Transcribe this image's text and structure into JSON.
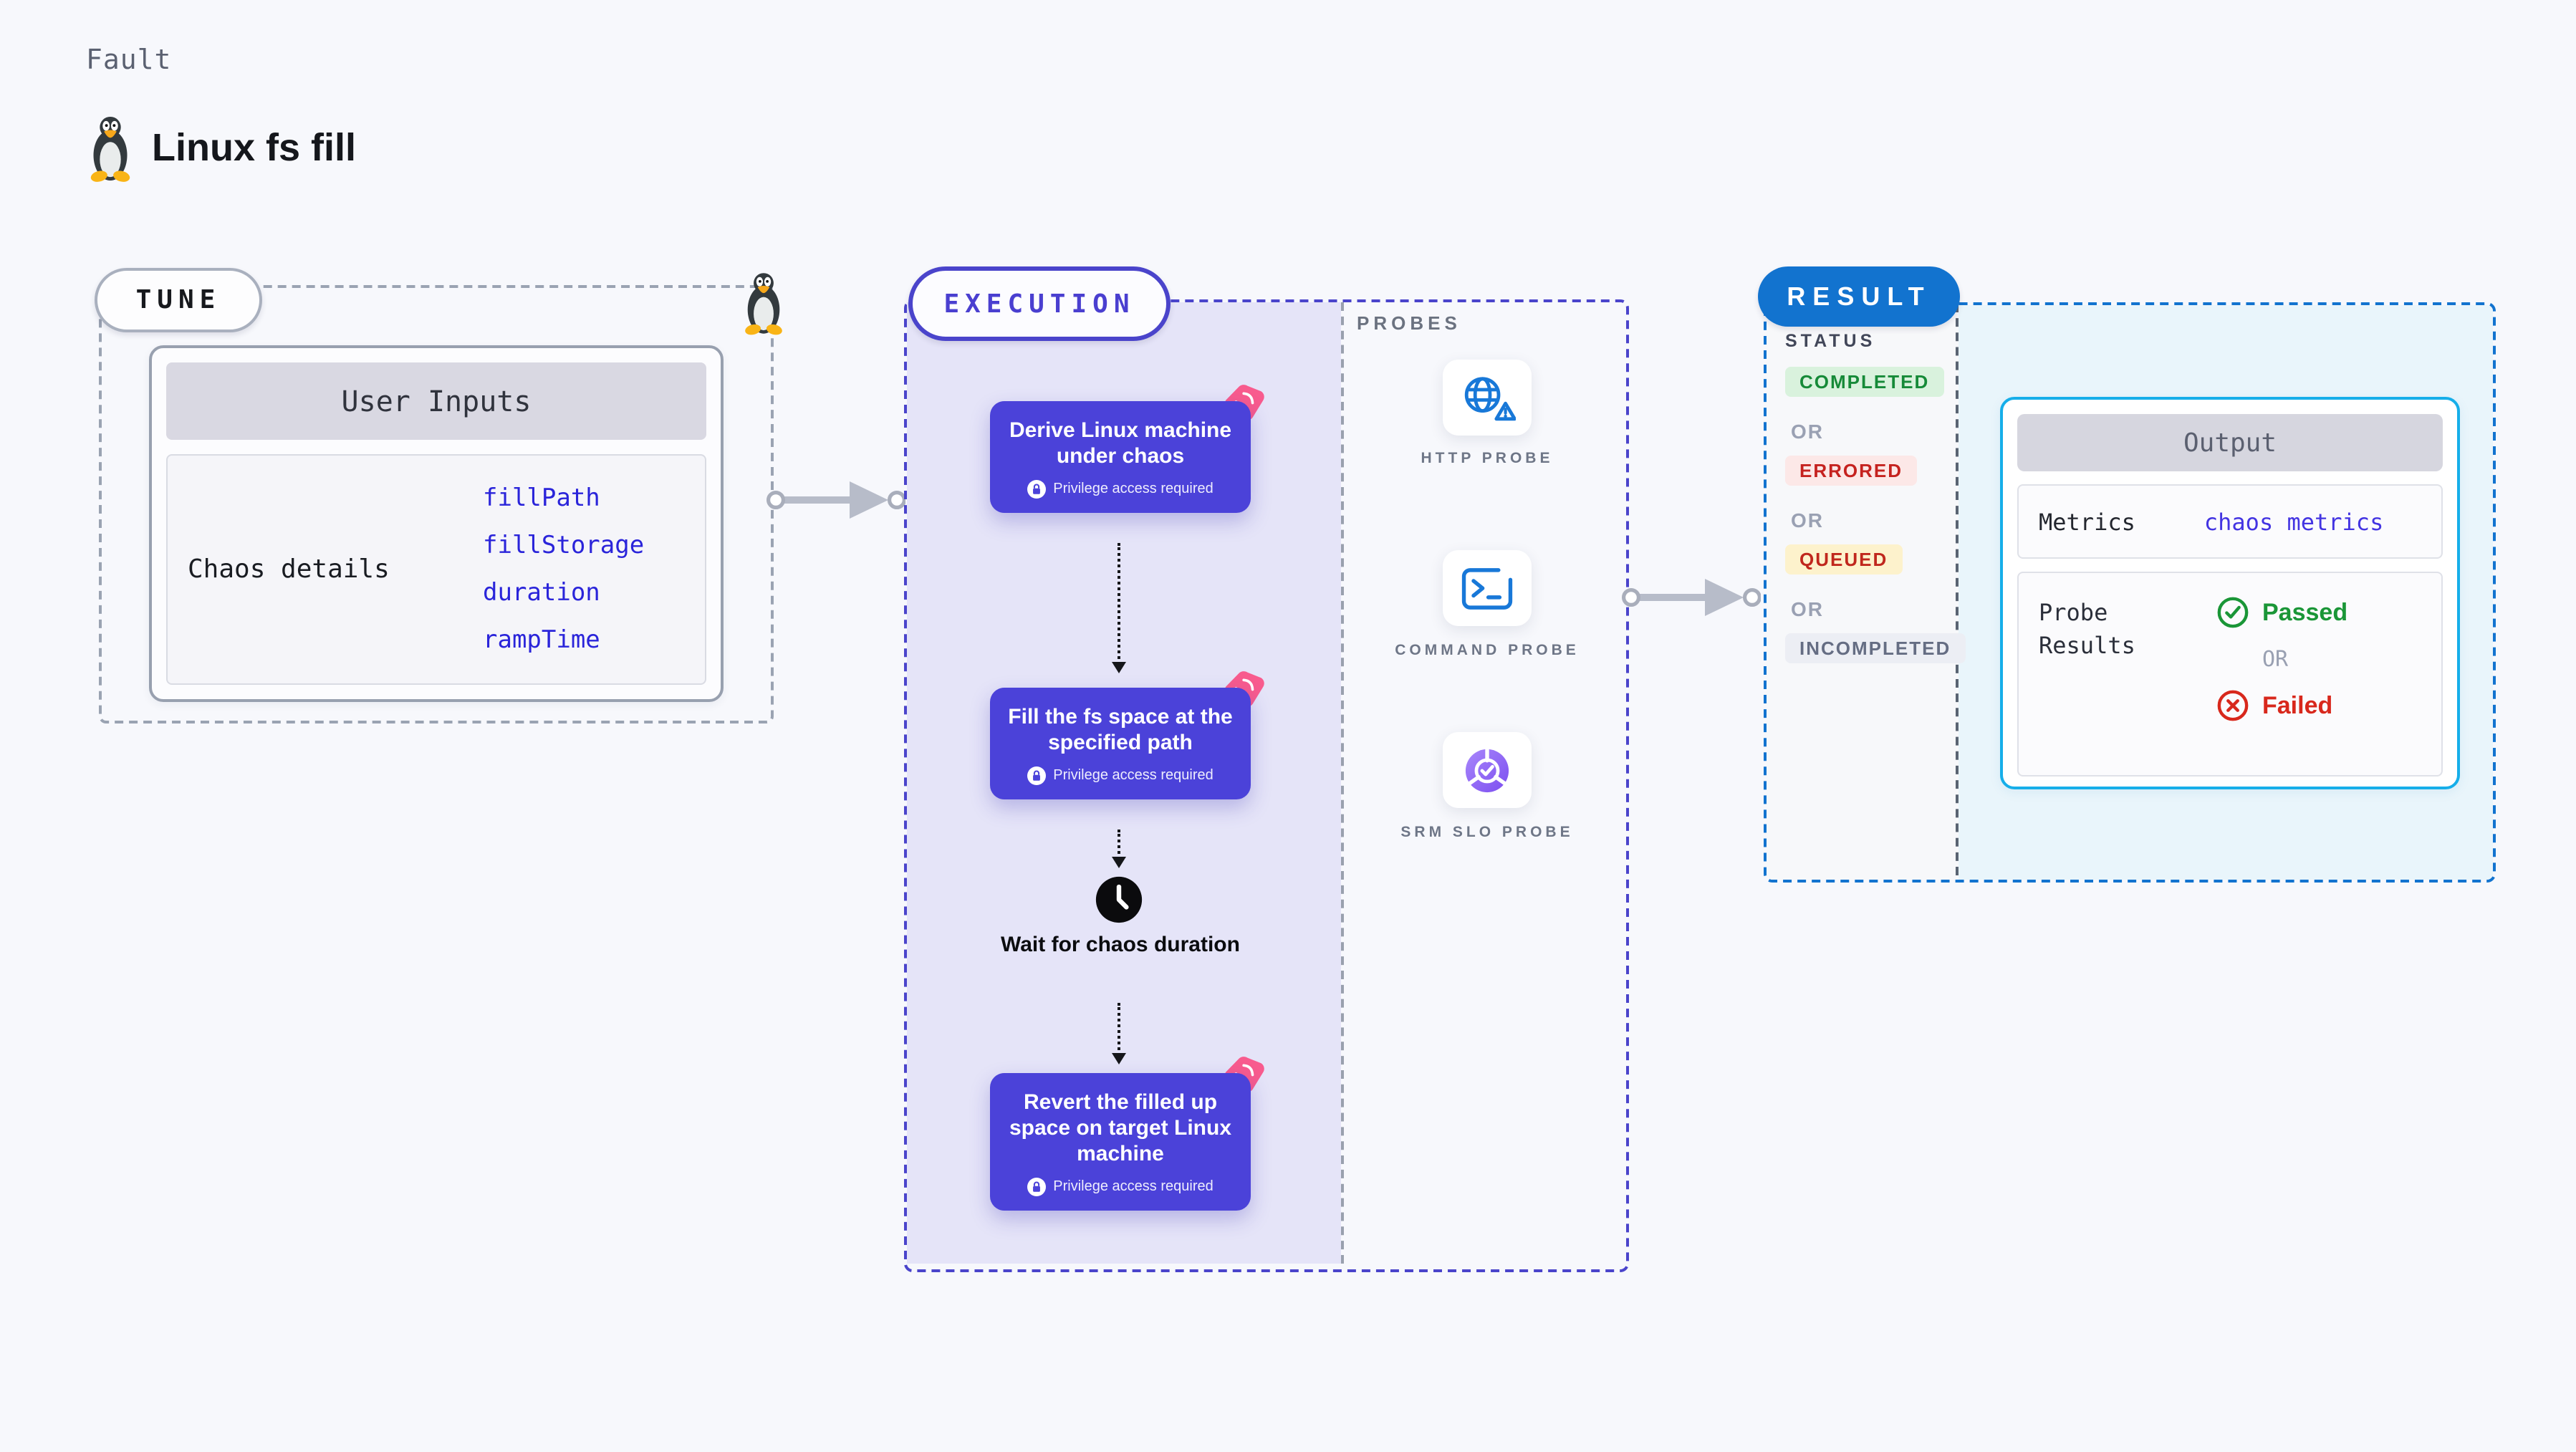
{
  "header": {
    "eyebrow": "Fault",
    "title": "Linux fs fill",
    "icon": "tux-penguin-icon"
  },
  "tune": {
    "label": "TUNE",
    "user_inputs": {
      "title": "User Inputs",
      "row_label": "Chaos details",
      "params": [
        "fillPath",
        "fillStorage",
        "duration",
        "rampTime"
      ]
    }
  },
  "execution": {
    "label": "EXECUTION",
    "steps": [
      {
        "title": "Derive Linux machine under chaos",
        "badge": "Privilege access required"
      },
      {
        "title": "Fill the fs space at the specified path",
        "badge": "Privilege access required"
      },
      {
        "title": "Revert the filled up space on target Linux machine",
        "badge": "Privilege access required"
      }
    ],
    "wait_label": "Wait for chaos duration"
  },
  "probes": {
    "label": "PROBES",
    "items": [
      {
        "name": "HTTP PROBE",
        "icon": "globe-alert-icon"
      },
      {
        "name": "COMMAND PROBE",
        "icon": "terminal-icon"
      },
      {
        "name": "SRM SLO PROBE",
        "icon": "slo-donut-icon"
      }
    ]
  },
  "result": {
    "label": "RESULT",
    "status": {
      "heading": "STATUS",
      "or": "OR",
      "options": [
        "COMPLETED",
        "ERRORED",
        "QUEUED",
        "INCOMPLETED"
      ]
    },
    "output": {
      "title": "Output",
      "metrics_label": "Metrics",
      "metrics_link": "chaos metrics",
      "probe_results_label": "Probe Results",
      "passed": "Passed",
      "or": "OR",
      "failed": "Failed"
    }
  },
  "colors": {
    "page_bg": "#f7f8fc",
    "step_card_indigo": "#4b42d9",
    "execution_border": "#4a44cb",
    "execution_fill": "#e5e4f8",
    "chaos_pink": "#f85b8e",
    "result_blue": "#1273cf",
    "output_border": "#16aee9",
    "link_blue": "#2a24da",
    "success_green": "#1a9637",
    "error_red": "#d8281c",
    "queued_bg": "#fdf2cc",
    "probe_icon_blue": "#1878d8",
    "srm_purple": "#8b5cf6"
  }
}
